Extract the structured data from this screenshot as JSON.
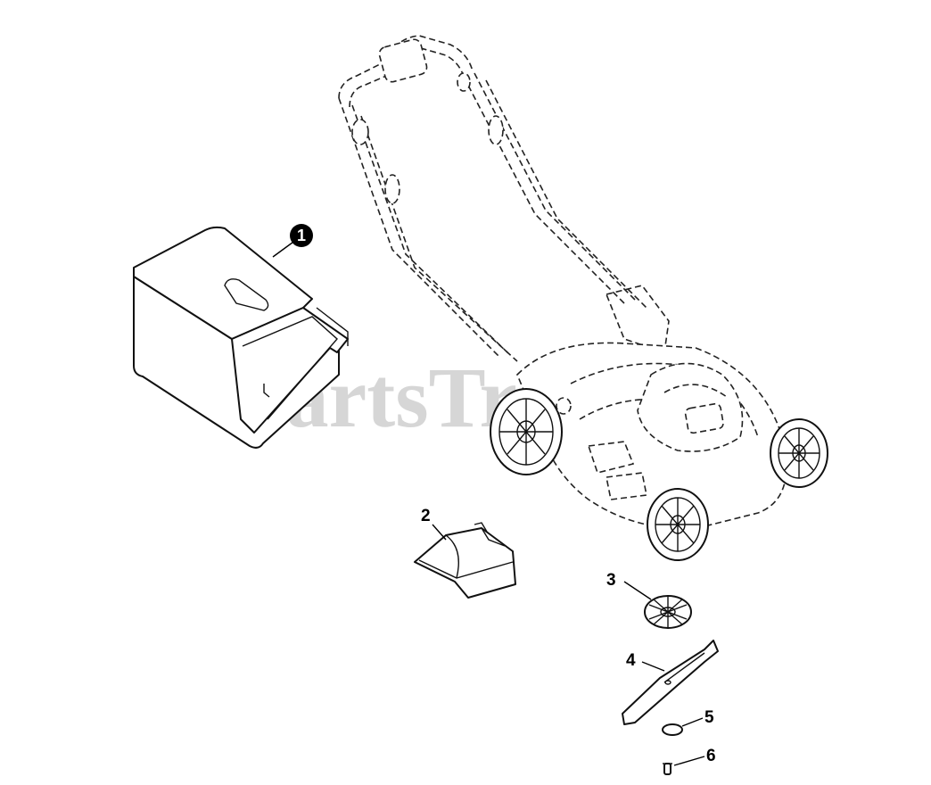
{
  "watermark": "PartsTree",
  "callouts": [
    {
      "id": "1",
      "style": "filled"
    },
    {
      "id": "2",
      "style": "plain"
    },
    {
      "id": "3",
      "style": "plain"
    },
    {
      "id": "4",
      "style": "plain"
    },
    {
      "id": "5",
      "style": "plain"
    },
    {
      "id": "6",
      "style": "plain"
    }
  ]
}
